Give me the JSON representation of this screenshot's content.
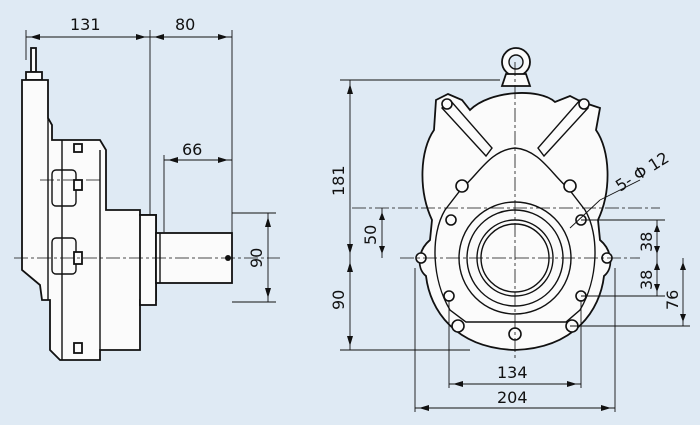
{
  "side_view": {
    "dims": {
      "overall": "131",
      "flange_to_shaft_end": "80",
      "shaft_length": "66",
      "shaft_height": "90"
    }
  },
  "front_view": {
    "dims": {
      "height_top": "181",
      "height_bottom": "90",
      "hole_offset_50": "50",
      "holes_label": "5- Φ 12",
      "right_upper": "38",
      "right_lower": "38",
      "right_outer": "76",
      "bolt_spacing": "134",
      "overall_width": "204"
    }
  }
}
